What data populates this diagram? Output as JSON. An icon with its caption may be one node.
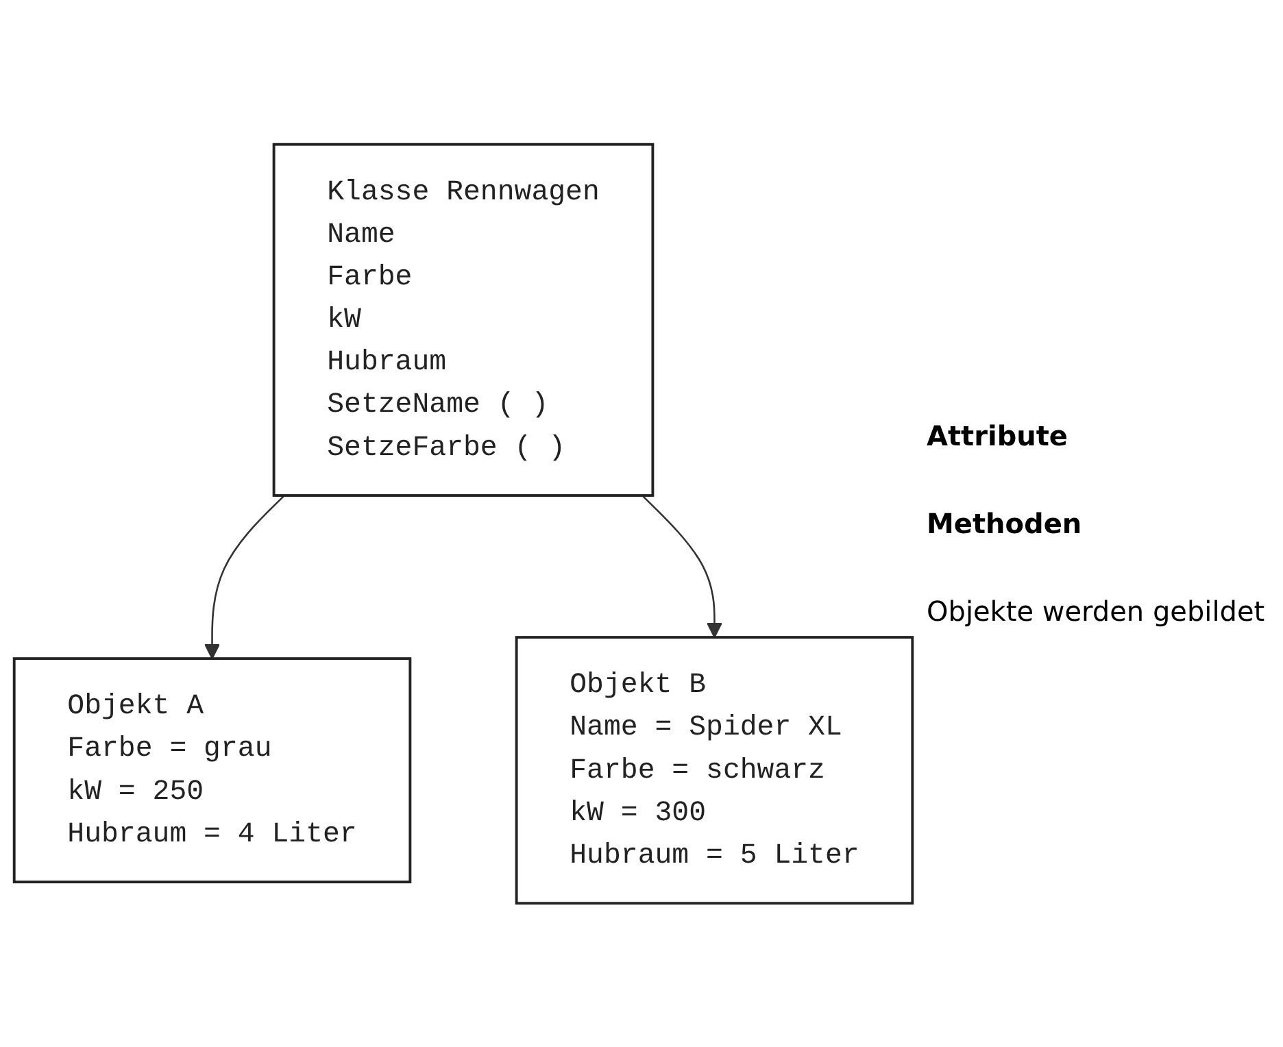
{
  "diagram": {
    "nodes": [
      {
        "text": [
          "Klasse Rennwagen",
          "Name",
          "Farbe",
          "kW",
          "Hubraum",
          "SetzeName ( )",
          "SetzeFarbe ( )"
        ]
      },
      {
        "text": [
          "Objekt A",
          "Farbe = grau",
          "kW = 250",
          "Hubraum = 4 Liter"
        ]
      },
      {
        "text": [
          "Objekt B",
          "Name = Spider XL",
          "Farbe = schwarz",
          "kW = 300",
          "Hubraum = 5 Liter"
        ]
      }
    ],
    "edges": [
      {
        "from": 0,
        "to": 1,
        "arrow": "to"
      },
      {
        "from": 0,
        "to": 2,
        "arrow": "to"
      }
    ],
    "labels": [
      "Attribute",
      "Methoden",
      "Objekte werden gebildet"
    ]
  }
}
